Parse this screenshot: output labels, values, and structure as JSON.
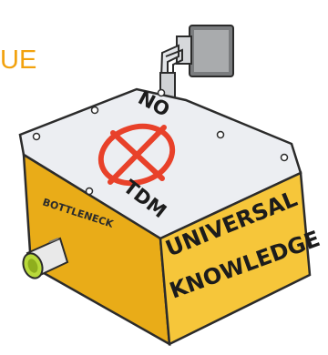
{
  "title": {
    "text": "UE",
    "color": "#f2a20e"
  },
  "box": {
    "lid_text_top": "NO",
    "lid_text_bottom": "TDM",
    "side_label": "BOTTLENECK",
    "front_label_line1": "UNIVERSAL",
    "front_label_line2": "KNOWLEDGE"
  },
  "colors": {
    "front_yellow": "#f6c63a",
    "side_yellow": "#e9ac18",
    "lid_gray": "#eceef2",
    "no_sign_red": "#e8412a",
    "outline": "#2b2b2b",
    "pipe_green": "#b8d93a"
  }
}
